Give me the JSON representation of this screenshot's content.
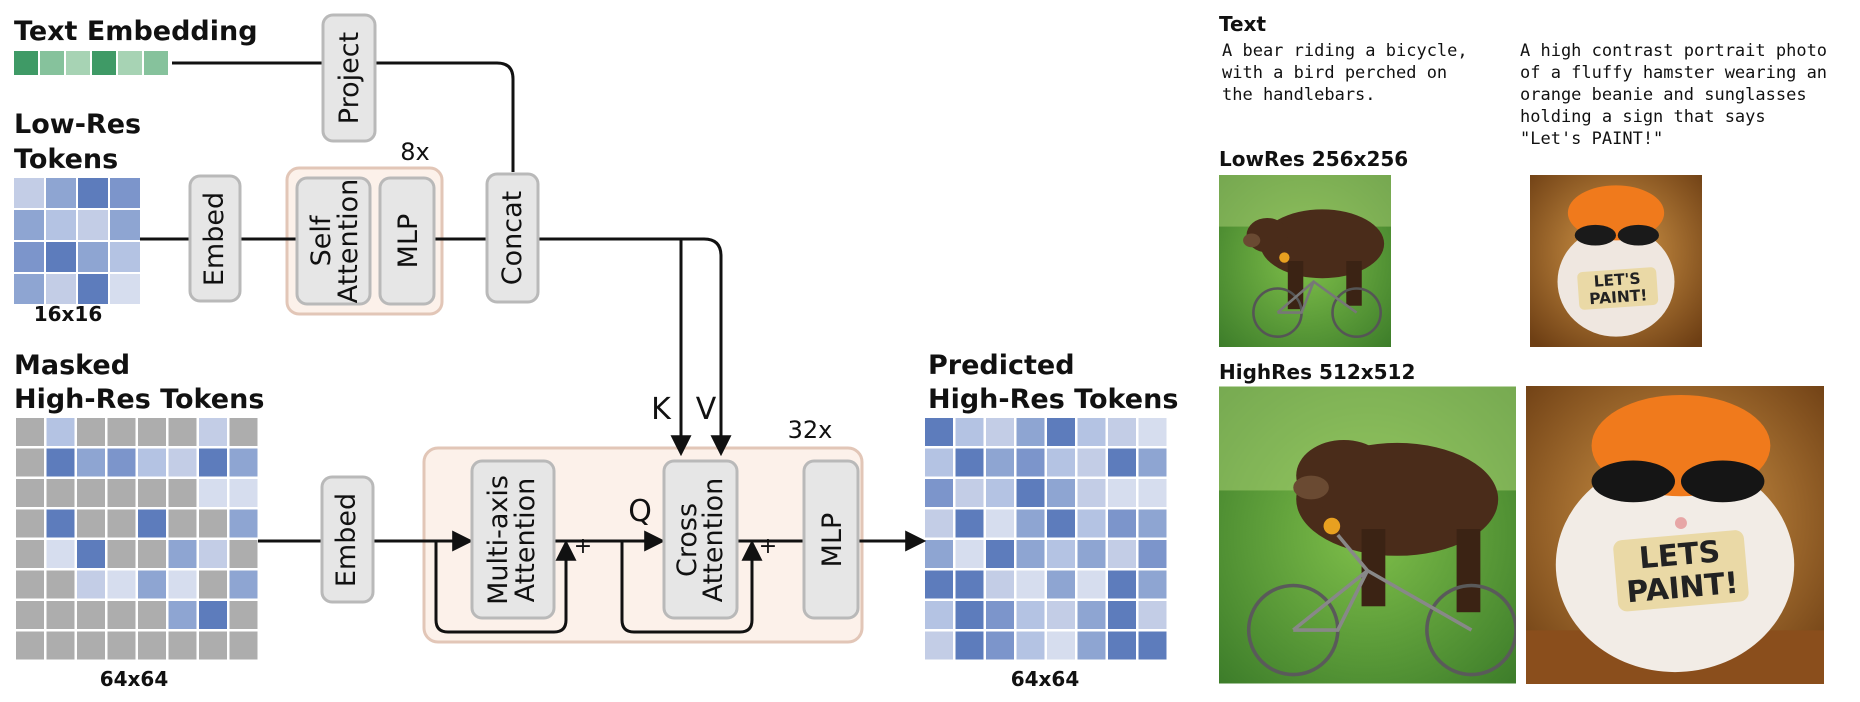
{
  "labels": {
    "text_embedding": "Text Embedding",
    "low_res_line1": "Low-Res",
    "low_res_line2": "Tokens",
    "low_res_size": "16x16",
    "masked_line1": "Masked",
    "masked_line2": "High-Res Tokens",
    "masked_size": "64x64",
    "predicted_line1": "Predicted",
    "predicted_line2": "High-Res Tokens",
    "predicted_size": "64x64",
    "repeat_low": "8x",
    "repeat_high": "32x",
    "k": "K",
    "v": "V",
    "q": "Q",
    "plus": "+"
  },
  "blocks": {
    "project": "Project",
    "embed_low": "Embed",
    "self_attention_1": "Self",
    "self_attention_2": "Attention",
    "mlp_low": "MLP",
    "concat": "Concat",
    "embed_high": "Embed",
    "multi_axis_1": "Multi-axis",
    "multi_axis_2": "Attention",
    "cross_1": "Cross",
    "cross_2": "Attention",
    "mlp_high": "MLP"
  },
  "samples": {
    "text_header": "Text",
    "prompt_a": [
      "A bear riding a bicycle,",
      "with a bird perched on",
      "the handlebars."
    ],
    "prompt_b": [
      "A high contrast portrait photo",
      "of a fluffy hamster wearing an",
      "orange beanie and sunglasses",
      "holding a sign that says",
      "\"Let's PAINT!\""
    ],
    "lowres_header": "LowRes 256x256",
    "highres_header": "HighRes 512x512",
    "sign_low_1": "LET'S",
    "sign_low_2": "PAINT!",
    "sign_high_1": "LETS",
    "sign_high_2": "PAINT!"
  },
  "colors": {
    "embedding_greens": [
      "#3f9a66",
      "#86c29c",
      "#a7d3b4",
      "#3f9a66",
      "#a7d3b4",
      "#86c29c"
    ],
    "blue_palette": [
      "#c3cde6",
      "#8ea5d2",
      "#5d7cbc",
      "#b4c3e3",
      "#7c95cb",
      "#d6ddee"
    ],
    "masked_gray": "#adadad",
    "block_fill": "#e6e6e6",
    "block_border": "#b9b9b9",
    "group_fill": "#fcf1ea",
    "group_border": "#e2c6b7"
  }
}
